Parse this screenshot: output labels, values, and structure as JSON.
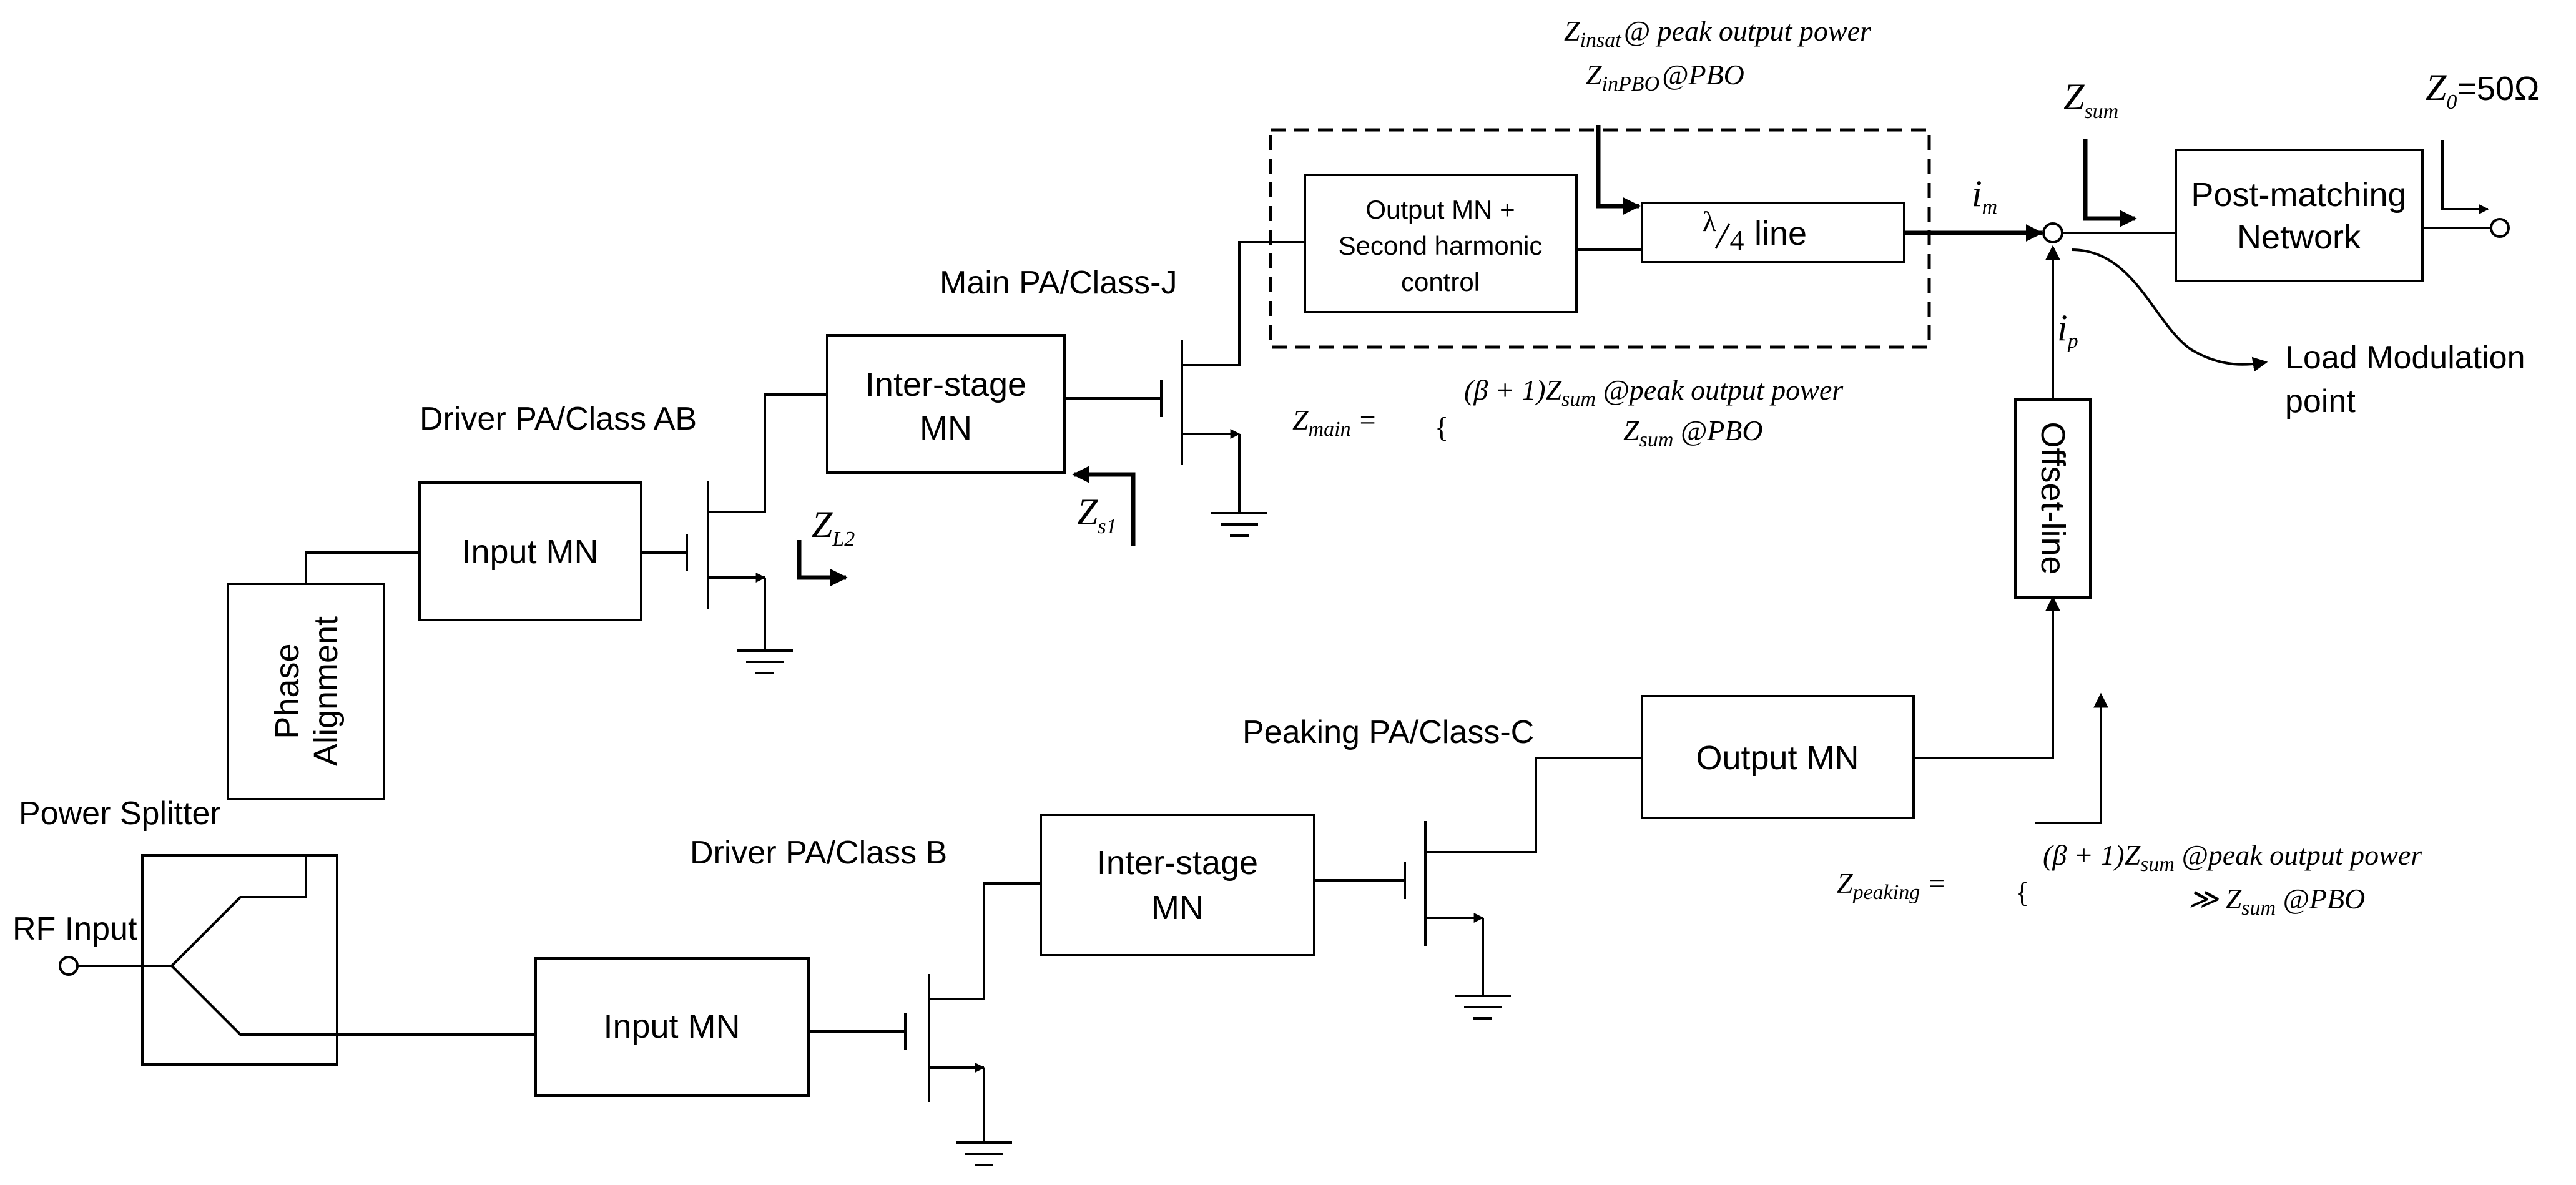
{
  "labels": {
    "driver_ab": "Driver PA/Class AB",
    "main_pa": "Main PA/Class-J",
    "driver_b": "Driver PA/Class B",
    "peaking_pa": "Peaking PA/Class-C",
    "power_splitter": "Power Splitter",
    "rf_input": "RF Input",
    "load_mod_1": "Load Modulation",
    "load_mod_2": "point"
  },
  "blocks": {
    "phase_alignment_1": "Phase",
    "phase_alignment_2": "Alignment",
    "input_mn_top": "Input MN",
    "input_mn_bottom": "Input MN",
    "interstage_top_1": "Inter-stage",
    "interstage_top_2": "MN",
    "interstage_bottom_1": "Inter-stage",
    "interstage_bottom_2": "MN",
    "output_mn_main_1": "Output MN +",
    "output_mn_main_2": "Second harmonic",
    "output_mn_main_3": "control",
    "quarter_line_num": "λ",
    "quarter_line_den": "4",
    "quarter_line_word": "line",
    "post_matching_1": "Post-matching",
    "post_matching_2": "Network",
    "output_mn_peak": "Output MN",
    "offset_line": "Offset-line"
  },
  "math": {
    "z_l2": {
      "base": "Z",
      "sub": "L2"
    },
    "z_s1": {
      "base": "Z",
      "sub": "s1"
    },
    "z_insat": {
      "base": "Z",
      "sub": "insat",
      "rest": "@ peak output power"
    },
    "z_inpbo": {
      "base": "Z",
      "sub": "inPBO",
      "rest": "@PBO"
    },
    "z_sum": {
      "base": "Z",
      "sub": "sum"
    },
    "z_0": {
      "base": "Z",
      "sub": "0",
      "rest": "=50Ω"
    },
    "i_m": {
      "base": "i",
      "sub": "m"
    },
    "i_p": {
      "base": "i",
      "sub": "p"
    },
    "z_main": {
      "lhs_base": "Z",
      "lhs_sub": "main",
      "eq": "=",
      "case1": {
        "pre": "(β + 1)Z",
        "sub": "sum",
        "post": " @peak output power"
      },
      "case2": {
        "pre": "Z",
        "sub": "sum",
        "post": " @PBO"
      }
    },
    "z_peaking": {
      "lhs_base": "Z",
      "lhs_sub": "peaking",
      "eq": "=",
      "case1": {
        "pre": "(β + 1)Z",
        "sub": "sum",
        "post": " @peak output power"
      },
      "case2": {
        "pre": "≫ Z",
        "sub": "sum",
        "post": " @PBO"
      }
    }
  }
}
